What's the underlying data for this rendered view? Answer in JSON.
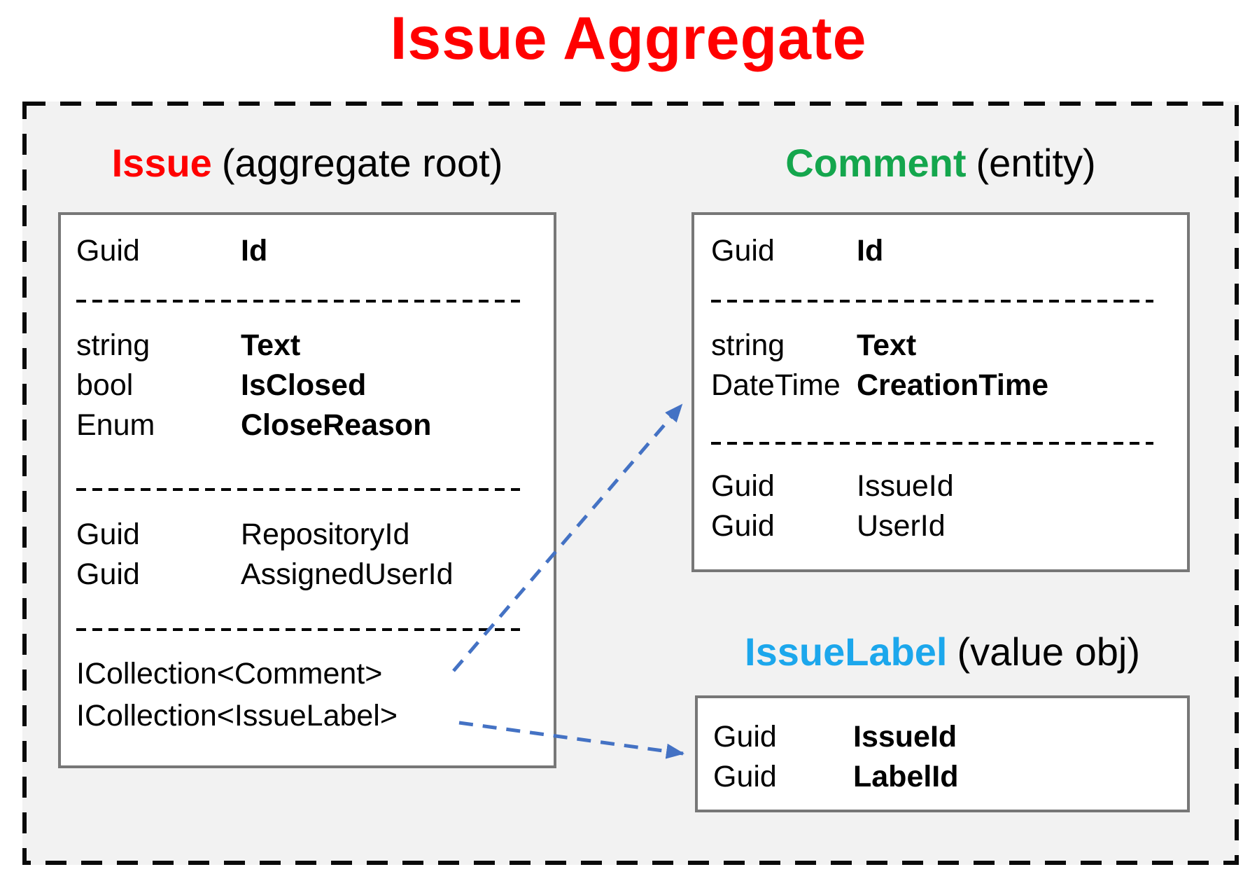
{
  "title": "Issue Aggregate",
  "colors": {
    "title_red": "#FF0000",
    "entity_green": "#14A64D",
    "value_obj_blue": "#1CA7EC",
    "arrow_blue": "#4472C4",
    "box_border_gray": "#777777",
    "container_bg": "#F2F2F2",
    "container_border": "#0A0A0A"
  },
  "entities": [
    {
      "name": "Issue",
      "kind": "(aggregate root)",
      "sections": [
        {
          "rows": [
            {
              "type": "Guid",
              "name": "Id"
            }
          ]
        },
        {
          "rows": [
            {
              "type": "string",
              "name": "Text"
            },
            {
              "type": "bool",
              "name": "IsClosed"
            },
            {
              "type": "Enum",
              "name": "CloseReason"
            }
          ]
        },
        {
          "rows": [
            {
              "type": "Guid",
              "name": "RepositoryId"
            },
            {
              "type": "Guid",
              "name": "AssignedUserId"
            }
          ]
        },
        {
          "rows": [
            {
              "type": "ICollection<Comment>",
              "name": ""
            },
            {
              "type": "ICollection<IssueLabel>",
              "name": ""
            }
          ]
        }
      ]
    },
    {
      "name": "Comment",
      "kind": "(entity)",
      "sections": [
        {
          "rows": [
            {
              "type": "Guid",
              "name": "Id"
            }
          ]
        },
        {
          "rows": [
            {
              "type": "string",
              "name": "Text"
            },
            {
              "type": "DateTime",
              "name": "CreationTime"
            }
          ]
        },
        {
          "rows": [
            {
              "type": "Guid",
              "name": "IssueId"
            },
            {
              "type": "Guid",
              "name": "UserId"
            }
          ]
        }
      ]
    },
    {
      "name": "IssueLabel",
      "kind": "(value obj)",
      "sections": [
        {
          "rows": [
            {
              "type": "Guid",
              "name": "IssueId"
            },
            {
              "type": "Guid",
              "name": "LabelId"
            }
          ]
        }
      ]
    }
  ],
  "relations": [
    {
      "from": "Issue.ICollection<Comment>",
      "to": "Comment",
      "style": "dashed-arrow"
    },
    {
      "from": "Issue.ICollection<IssueLabel>",
      "to": "IssueLabel",
      "style": "dashed-arrow"
    }
  ]
}
